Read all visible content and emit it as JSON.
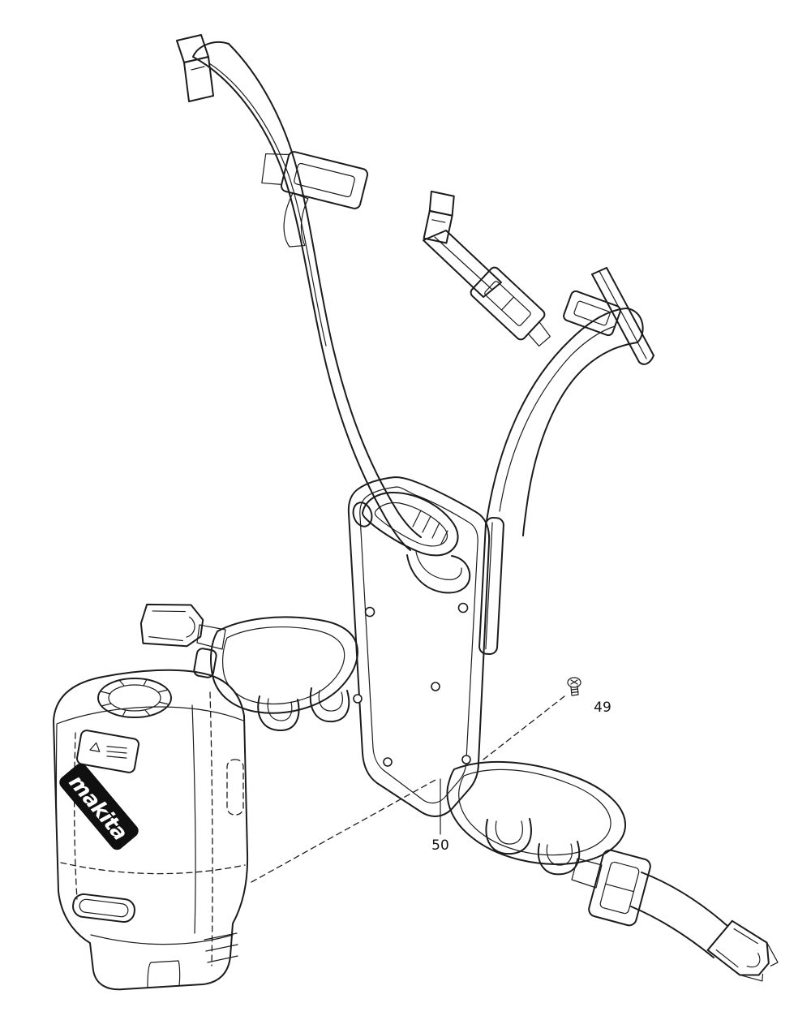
{
  "page": {
    "background": "#ffffff"
  },
  "diagram": {
    "type": "exploded-parts-diagram",
    "subject": "backpack-harness-with-tank",
    "line_color": "#1c1c1c",
    "labels": {
      "part_49": "49",
      "part_50": "50"
    },
    "brand": {
      "logo_text": "makita",
      "logo_bg": "#101010",
      "logo_text_color": "#ffffff"
    }
  }
}
